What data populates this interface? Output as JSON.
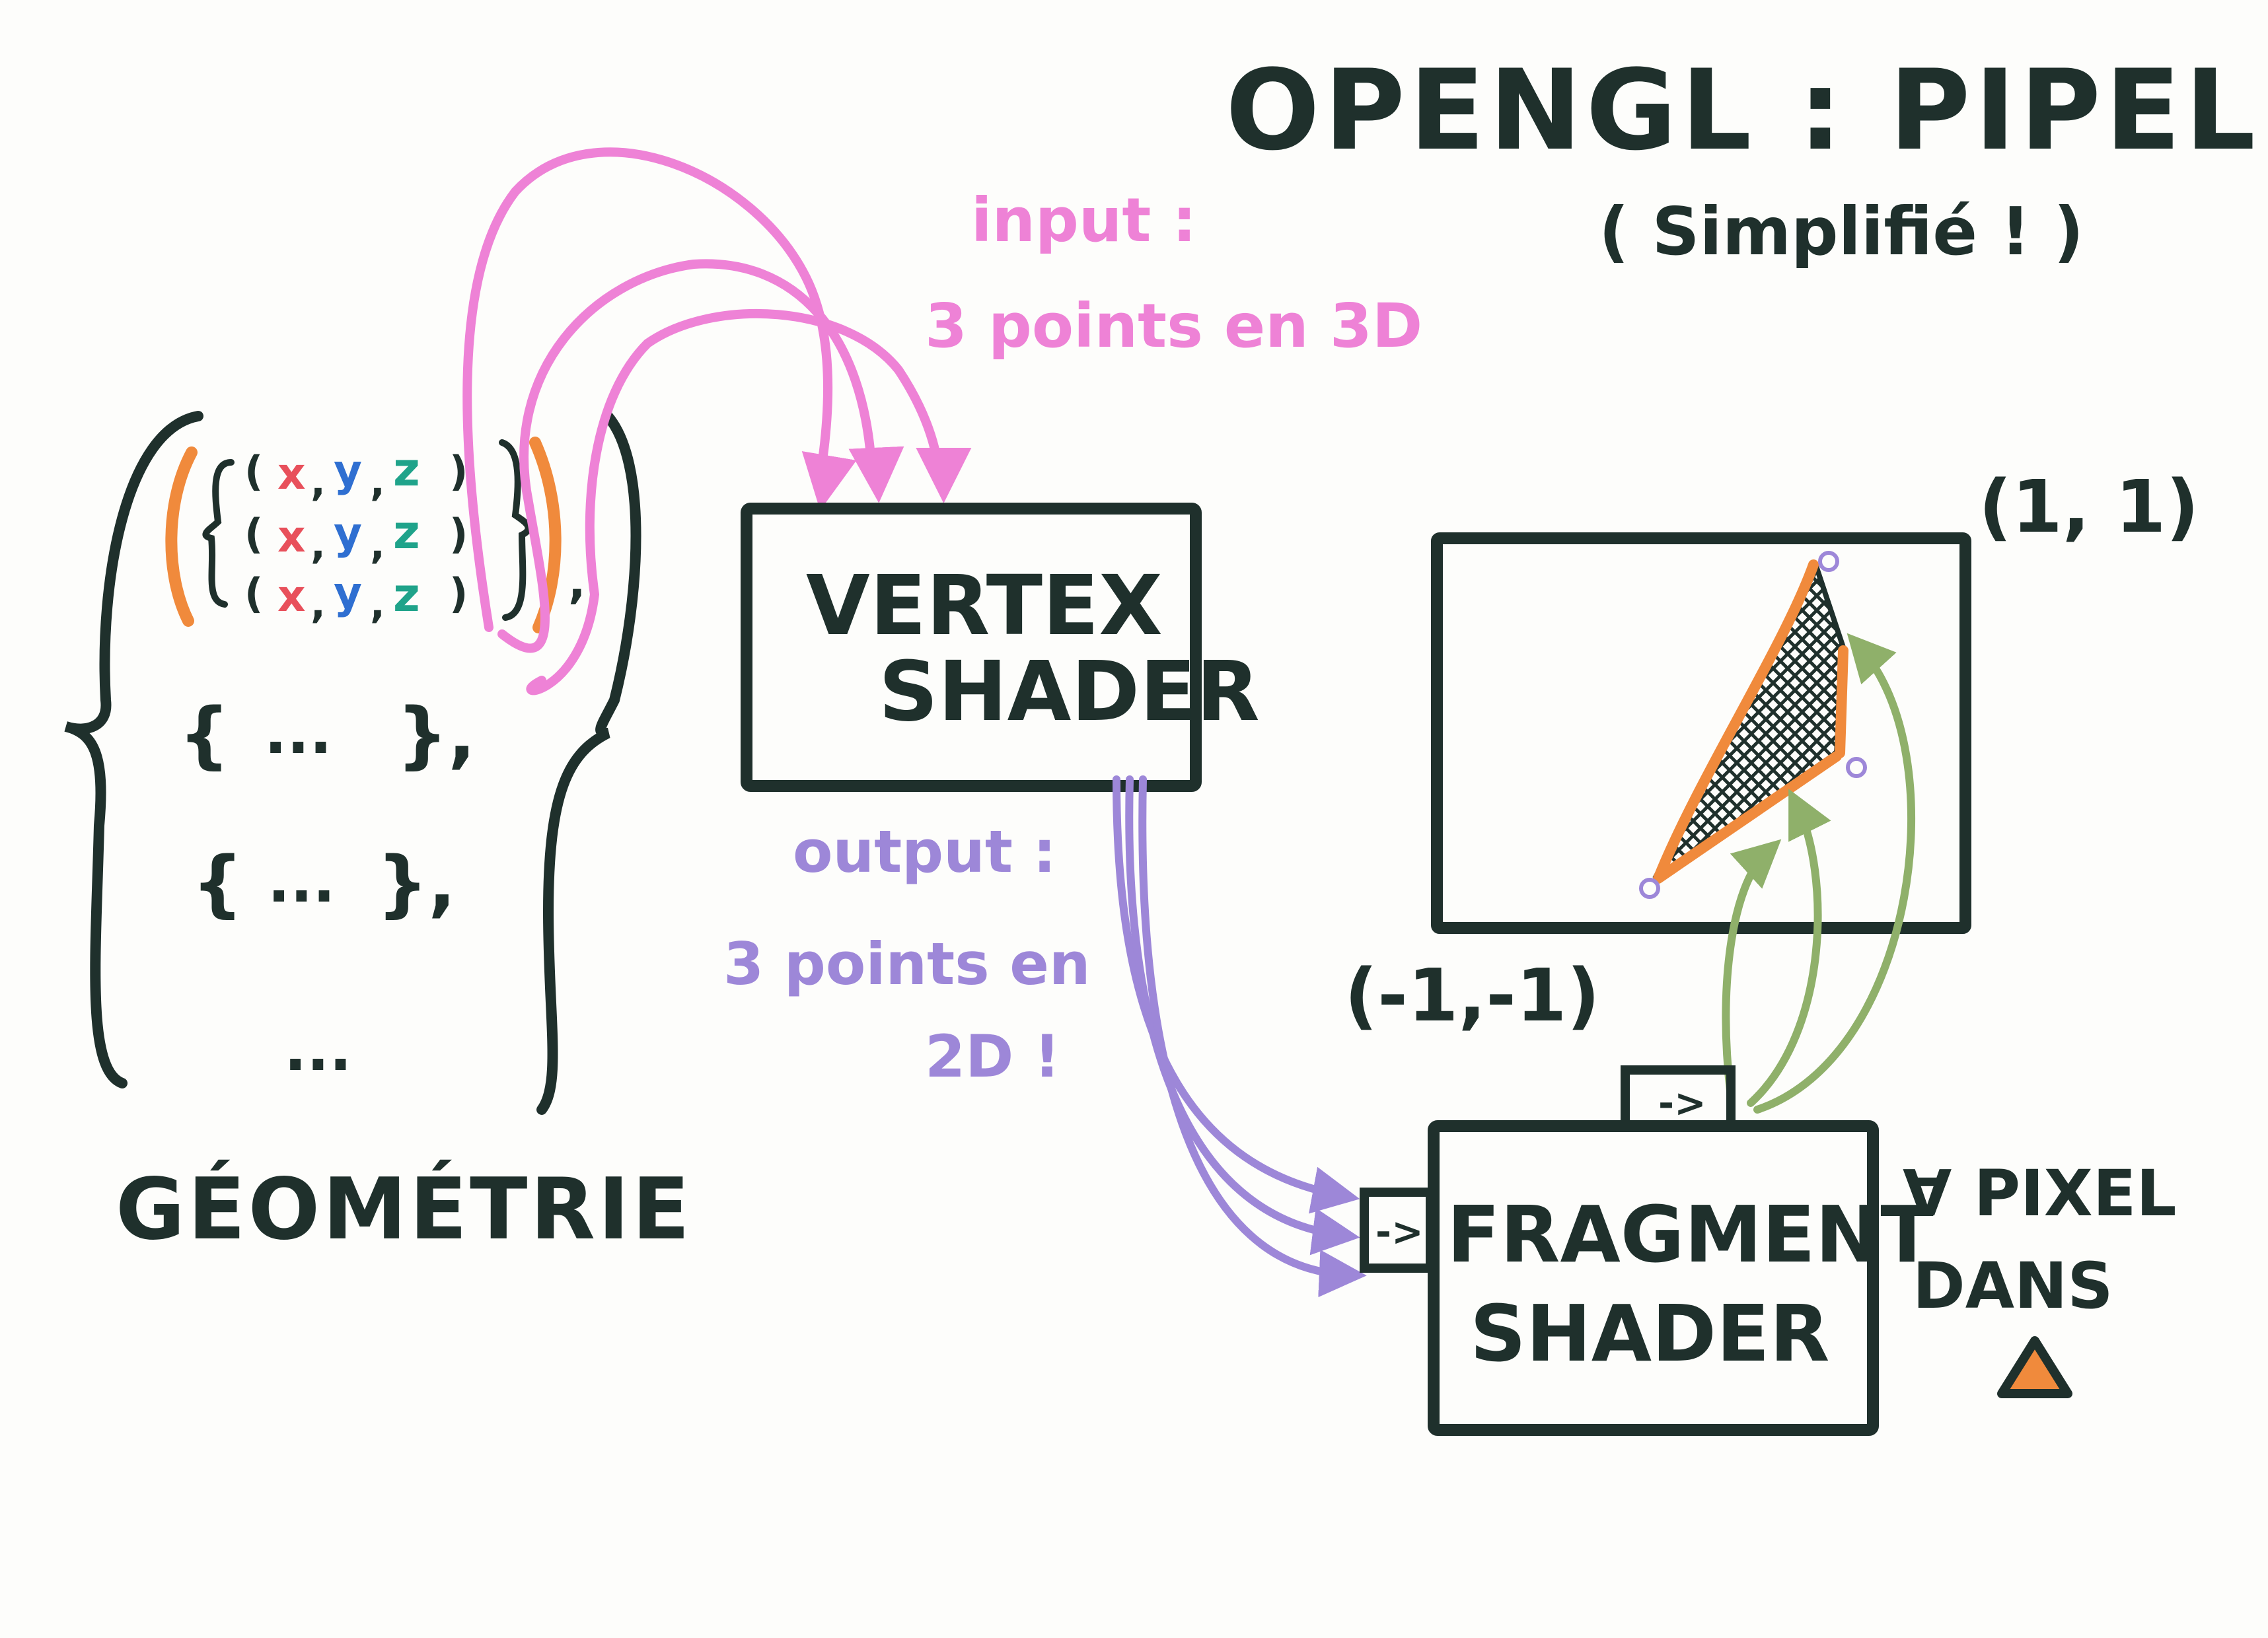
{
  "title": {
    "line1": "OPENGL : PIPELINE",
    "line2": "( Simplifié ! )"
  },
  "geometry": {
    "label": "GÉOMÉTRIE",
    "coords": [
      "x",
      "y",
      "z"
    ],
    "ellipsis": "...",
    "vertex_rows": 3
  },
  "input_note": {
    "line1": "input :",
    "line2": "3 points en 3D"
  },
  "vertex_shader": {
    "line1": "VERTEX",
    "line2": "SHADER"
  },
  "output_note": {
    "line1": "output :",
    "line2": "3 points en",
    "line3": "2D !"
  },
  "screen": {
    "top_right": "(1, 1)",
    "bottom_left": "(-1,-1)"
  },
  "fragment_shader": {
    "line1": "FRAGMENT",
    "line2": "SHADER",
    "port_glyph": "->"
  },
  "fragment_note": {
    "line1": "∀ PIXEL",
    "line2": "DANS"
  },
  "colors": {
    "ink": "#1f302c",
    "orange": "#f08a3c",
    "pink": "#ee82d6",
    "violet": "#9d87d8",
    "green": "#8fb06a",
    "x": "#e8505b",
    "y": "#2f6fd1",
    "z": "#1fa38a",
    "paper": "#fdfdfb"
  }
}
